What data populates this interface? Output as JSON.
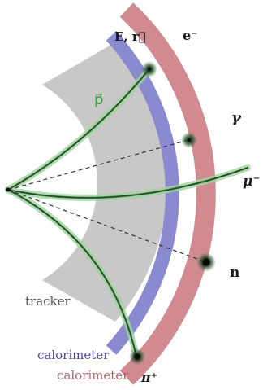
{
  "labels": {
    "energy_position": "E, r⃗",
    "electron": "e⁻",
    "photon": "γ",
    "muon": "μ⁻",
    "neutron": "n",
    "pion": "π⁺",
    "momentum": "p⃗",
    "tracker": "tracker",
    "em_calorimeter": "calorimeter",
    "had_calorimeter": "calorimeter"
  },
  "colors": {
    "tracker_fill": "#c8c8c8",
    "em_calorimeter": "#8a8ad0",
    "had_calorimeter": "#d18a8f",
    "track_green": "#3d9a3d",
    "track_glow": "#9fd49f",
    "line_dark": "#333333",
    "em_label": "#4a4aa8",
    "had_label": "#b06468",
    "tracker_label": "#555555"
  },
  "particles": [
    {
      "name": "electron",
      "track": "curved-charged",
      "deposit": "em_calorimeter"
    },
    {
      "name": "photon",
      "track": "dashed-neutral",
      "deposit": "em_calorimeter"
    },
    {
      "name": "muon",
      "track": "curved-charged",
      "deposit": "passes-through"
    },
    {
      "name": "neutron",
      "track": "dashed-neutral",
      "deposit": "had_calorimeter"
    },
    {
      "name": "pion",
      "track": "curved-charged",
      "deposit": "had_calorimeter"
    }
  ]
}
